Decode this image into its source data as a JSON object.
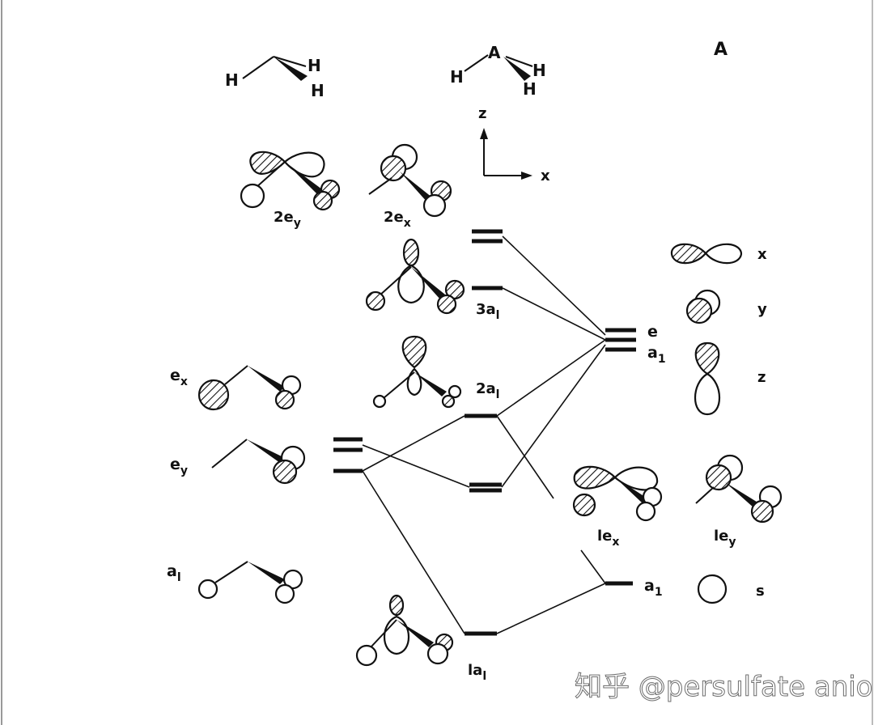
{
  "panel_label": "A",
  "molecules": {
    "ch3_atoms": [
      "H",
      "H",
      "H"
    ],
    "ah3_atoms": [
      "A",
      "H",
      "H",
      "H"
    ]
  },
  "axes": {
    "z": "z",
    "x": "x"
  },
  "fragment_orbitals": {
    "ex": {
      "main": "e",
      "sub": "x"
    },
    "ey": {
      "main": "e",
      "sub": "y"
    },
    "a1": {
      "main": "a",
      "sub": "l"
    }
  },
  "mo_labels": {
    "two_ey": {
      "main": "2e",
      "sub": "y"
    },
    "two_ex": {
      "main": "2e",
      "sub": "x"
    },
    "three_a1": {
      "main": "3a",
      "sub": "l"
    },
    "two_a1": {
      "main": "2a",
      "sub": "l"
    },
    "one_ex": {
      "main": "le",
      "sub": "x"
    },
    "one_ey": {
      "main": "le",
      "sub": "y"
    },
    "one_a1": {
      "main": "la",
      "sub": "l"
    }
  },
  "atomic_levels": {
    "e": "e",
    "a1_upper": {
      "main": "a",
      "sub": "1"
    },
    "a1_lower": {
      "main": "a",
      "sub": "1"
    }
  },
  "atomic_orbitals": [
    "x",
    "y",
    "z",
    "s"
  ],
  "watermark": "知乎 @persulfate anion",
  "colors": {
    "ink": "#111111",
    "background": "#ffffff",
    "frame": "#999999"
  }
}
